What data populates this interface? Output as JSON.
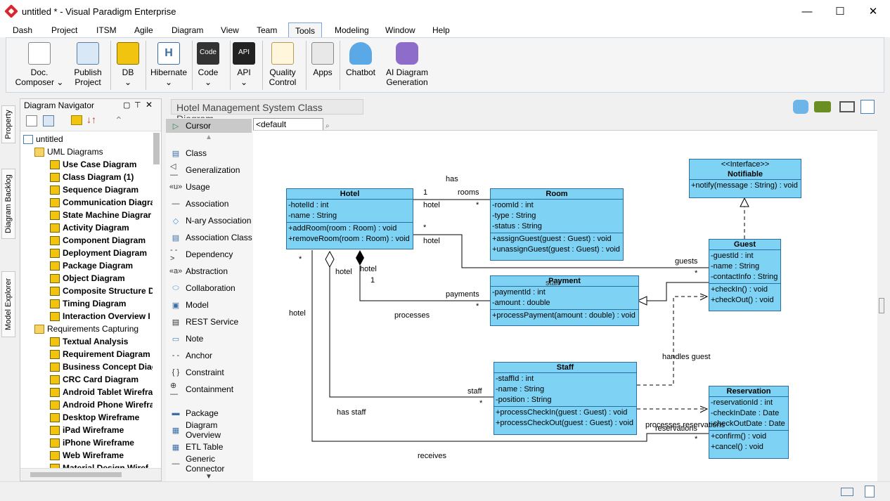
{
  "window": {
    "title": "untitled * - Visual Paradigm Enterprise",
    "minimize": "—",
    "maximize": "☐",
    "close": "✕"
  },
  "menu": {
    "tabs": [
      "Dash",
      "Project",
      "ITSM",
      "Agile",
      "Diagram",
      "View",
      "Team",
      "Tools",
      "Modeling",
      "Window",
      "Help"
    ],
    "active": "Tools"
  },
  "ribbon": {
    "buttons": [
      {
        "label1": "Doc.",
        "label2": "Composer ⌄"
      },
      {
        "label1": "Publish",
        "label2": "Project"
      },
      {
        "label1": "DB",
        "label2": "⌄"
      },
      {
        "label1": "Hibernate",
        "label2": "⌄"
      },
      {
        "label1": "Code",
        "label2": "⌄"
      },
      {
        "label1": "API",
        "label2": "⌄"
      },
      {
        "label1": "Quality",
        "label2": "Control"
      },
      {
        "label1": "Apps",
        "label2": ""
      },
      {
        "label1": "Chatbot",
        "label2": ""
      },
      {
        "label1": "AI Diagram",
        "label2": "Generation"
      }
    ],
    "icon_text": {
      "hibernate": "H",
      "code": "Code",
      "api": "API"
    }
  },
  "side_tabs": {
    "property": "Property",
    "backlog": "Diagram Backlog",
    "explorer": "Model Explorer"
  },
  "navigator": {
    "title": "Diagram Navigator",
    "root": "untitled",
    "items": [
      {
        "label": "UML Diagrams",
        "level": 1,
        "folder": true
      },
      {
        "label": "Use Case Diagram",
        "level": 2
      },
      {
        "label": "Class Diagram (1)",
        "level": 2
      },
      {
        "label": "Sequence Diagram",
        "level": 2
      },
      {
        "label": "Communication Diagra",
        "level": 2
      },
      {
        "label": "State Machine Diagrar",
        "level": 2
      },
      {
        "label": "Activity Diagram",
        "level": 2
      },
      {
        "label": "Component Diagram",
        "level": 2
      },
      {
        "label": "Deployment Diagram",
        "level": 2
      },
      {
        "label": "Package Diagram",
        "level": 2
      },
      {
        "label": "Object Diagram",
        "level": 2
      },
      {
        "label": "Composite Structure D",
        "level": 2
      },
      {
        "label": "Timing Diagram",
        "level": 2
      },
      {
        "label": "Interaction Overview I",
        "level": 2
      },
      {
        "label": "Requirements Capturing",
        "level": 1,
        "folder": true
      },
      {
        "label": "Textual Analysis",
        "level": 2
      },
      {
        "label": "Requirement Diagram",
        "level": 2
      },
      {
        "label": "Business Concept Diag",
        "level": 2
      },
      {
        "label": "CRC Card Diagram",
        "level": 2
      },
      {
        "label": "Android Tablet Wirefra",
        "level": 2
      },
      {
        "label": "Android Phone Wirefra",
        "level": 2
      },
      {
        "label": "Desktop Wireframe",
        "level": 2
      },
      {
        "label": "iPad Wireframe",
        "level": 2
      },
      {
        "label": "iPhone Wireframe",
        "level": 2
      },
      {
        "label": "Web Wireframe",
        "level": 2
      },
      {
        "label": "Material Design Wiref",
        "level": 2
      }
    ]
  },
  "diagram": {
    "title": "Hotel Management System Class Diagram",
    "package_tab": "<default package>"
  },
  "palette": {
    "items": [
      {
        "label": "Cursor",
        "icon": "▷"
      },
      {
        "label": "Class",
        "icon": "▤"
      },
      {
        "label": "Generalization",
        "icon": "◁—"
      },
      {
        "label": "Usage",
        "icon": "«u»"
      },
      {
        "label": "Association",
        "icon": "—"
      },
      {
        "label": "N-ary Association",
        "icon": "◇"
      },
      {
        "label": "Association Class",
        "icon": "▤"
      },
      {
        "label": "Dependency",
        "icon": "- ->"
      },
      {
        "label": "Abstraction",
        "icon": "«a»"
      },
      {
        "label": "Collaboration",
        "icon": "⬭"
      },
      {
        "label": "Model",
        "icon": "▣"
      },
      {
        "label": "REST Service",
        "icon": "▤"
      },
      {
        "label": "Note",
        "icon": "▭"
      },
      {
        "label": "Anchor",
        "icon": "- -"
      },
      {
        "label": "Constraint",
        "icon": "{ }"
      },
      {
        "label": "Containment",
        "icon": "⊕—"
      },
      {
        "label": "Package",
        "icon": "▬"
      },
      {
        "label": "Diagram Overview",
        "icon": "▦"
      },
      {
        "label": "ETL Table",
        "icon": "▦"
      },
      {
        "label": "Generic Connector",
        "icon": "—"
      }
    ]
  },
  "classes": {
    "hotel": {
      "name": "Hotel",
      "attrs": [
        "-hotelId : int",
        "-name : String"
      ],
      "ops": [
        "+addRoom(room : Room) : void",
        "+removeRoom(room : Room) : void"
      ]
    },
    "room": {
      "name": "Room",
      "attrs": [
        "-roomId : int",
        "-type : String",
        "-status : String"
      ],
      "ops": [
        "+assignGuest(guest : Guest) : void",
        "+unassignGuest(guest : Guest) : void"
      ]
    },
    "notifiable": {
      "stereotype": "<<Interface>>",
      "name": "Notifiable",
      "ops": [
        "+notify(message : String) : void"
      ]
    },
    "guest": {
      "name": "Guest",
      "attrs": [
        "-guestId : int",
        "-name : String",
        "-contactInfo : String"
      ],
      "ops": [
        "+checkIn() : void",
        "+checkOut() : void"
      ]
    },
    "payment": {
      "name": "Payment",
      "attrs": [
        "-paymentId : int",
        "-amount : double"
      ],
      "ops": [
        "+processPayment(amount : double) : void"
      ]
    },
    "staff": {
      "name": "Staff",
      "attrs": [
        "-staffId : int",
        "-name : String",
        "-position : String"
      ],
      "ops": [
        "+processCheckIn(guest : Guest) : void",
        "+processCheckOut(guest : Guest) : void"
      ]
    },
    "reservation": {
      "name": "Reservation",
      "attrs": [
        "-reservationId : int",
        "-checkInDate : Date",
        "-checkOutDate : Date"
      ],
      "ops": [
        "+confirm() : void",
        "+cancel() : void"
      ]
    }
  },
  "labels": {
    "has": "has",
    "one_a": "1",
    "rooms": "rooms",
    "hotel_a": "hotel",
    "star_a": "*",
    "star_b": "*",
    "hotel_b": "hotel",
    "guests": "guests",
    "star_c": "*",
    "star_d": "*",
    "hotel_c": "hotel",
    "hotel_d": "hotel",
    "one_b": "1",
    "payments": "payments",
    "star_e": "*",
    "processes": "processes",
    "hotel_e": "hotel",
    "staff": "staff",
    "star_f": "*",
    "has_staff": "has staff",
    "handles_guest": "handles guest",
    "processes_reservations": "processes reservations",
    "reservations": "reservations",
    "star_g": "*",
    "receives": "receives",
    "staff_overlap": "staff"
  }
}
